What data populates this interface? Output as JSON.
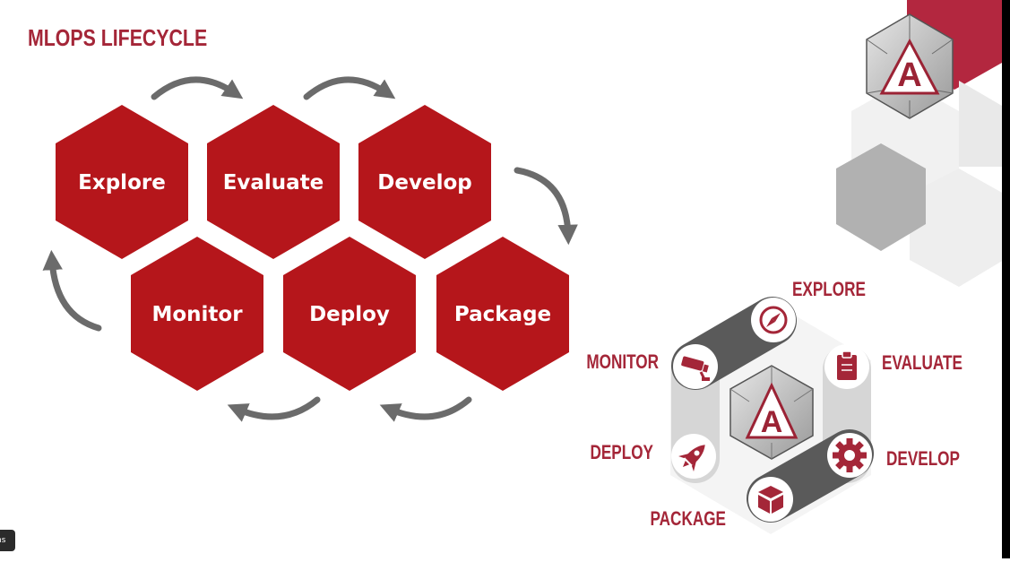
{
  "title": "MLOPS LIFECYCLE",
  "colors": {
    "accent": "#a42638",
    "hex_fill": "#b5161b",
    "arrow": "#6b6b6b",
    "dark_band": "#5a5a5a",
    "light_band": "#d3d3d3"
  },
  "main_cycle": [
    {
      "label": "Explore"
    },
    {
      "label": "Evaluate"
    },
    {
      "label": "Develop"
    },
    {
      "label": "Package"
    },
    {
      "label": "Deploy"
    },
    {
      "label": "Monitor"
    }
  ],
  "wheel": [
    {
      "label": "EXPLORE",
      "icon": "compass-icon"
    },
    {
      "label": "EVALUATE",
      "icon": "clipboard-icon"
    },
    {
      "label": "DEVELOP",
      "icon": "gear-icon"
    },
    {
      "label": "PACKAGE",
      "icon": "box-icon"
    },
    {
      "label": "DEPLOY",
      "icon": "rocket-icon"
    },
    {
      "label": "MONITOR",
      "icon": "cctv-camera-icon"
    }
  ],
  "logo_letter": "A",
  "bottom_tab_text": "ns"
}
